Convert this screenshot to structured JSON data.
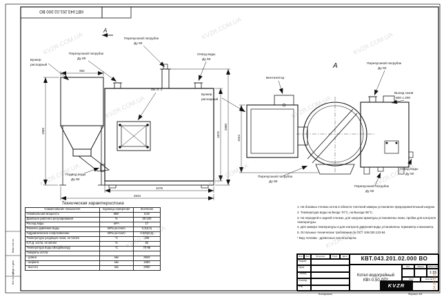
{
  "meta": {
    "doc_number": "КВТ.043.201.02.000 ВО",
    "watermark": "KVZR.COM.UA",
    "date_stamp": "24.03.2021",
    "footer_left": "Копировал",
    "footer_right": "Формат А3",
    "margin_label_1": "Инв. № подл.",
    "margin_label_2": "Подп. и дата",
    "margin_label_3": "Взам. инв. №"
  },
  "labels": {
    "section_mark": "А",
    "bunker_1": "Бункер",
    "bunker_2": "расходный",
    "bypass_pipe": "Перепускной патрубок",
    "du_80": "Ду 80",
    "du_50": "Ду 50",
    "water_out": "Отвод воды",
    "water_in": "Подвод воды",
    "see_item": "см. п. 1",
    "fan": "Вентилятор",
    "gas_exit_1": "Выход газов",
    "gas_exit_2": "600 х 200"
  },
  "dims": {
    "d902": "902",
    "d1960": "1960",
    "d1078": "1078",
    "d2643": "2643",
    "d1875": "1875",
    "d2080": "2080",
    "d1544": "1544"
  },
  "table": {
    "title": "Техническая характеристика",
    "headers": [
      "Наименование показателя",
      "Единица измерения",
      "Значение"
    ],
    "rows": [
      [
        "Номинальная мощность",
        "МВт",
        "0,50"
      ],
      [
        "Диапазон рабочего регулирования",
        "%",
        "30-100"
      ],
      [
        "Расход воды",
        "м³/ч",
        "17"
      ],
      [
        "Рабочее давление воды",
        "МПа (кгс/см²)",
        "0,3(3,0)"
      ],
      [
        "Гидравлическое сопротивление",
        "МПа (кгс/см²)",
        "0,020(0,2)"
      ],
      [
        "Температура уходящих газов, не более",
        "°С",
        "230"
      ],
      [
        "К.П.Д. котла, не менее",
        "%",
        "82"
      ],
      [
        "Температура воды (Вход/Выход)",
        "°С",
        "70-95"
      ],
      [
        "Габариты котла:",
        "",
        ""
      ],
      [
        "- длина",
        "мм",
        "2642"
      ],
      [
        "- ширина",
        "мм",
        "1560"
      ],
      [
        "- высота",
        "мм",
        "2080"
      ]
    ]
  },
  "notes": [
    "1.  На боковых стенках котла в области топочной камеры установлен предохранительный шнурок.",
    "2.  Температура воды на Входе 70°С, на Выходе 95°С.",
    "3.  На передней и задней стенках, для загрузки арматуры установлены люки, пробки для контроля температуры.",
    "4.  Для замера температуры и для контроля давления воды установлены термометр и манометр.",
    "5.  Остальные технические требования по ОСТ 108.030.123-84.",
    "*  Вид топлива - древесные пеллеты/щепа."
  ],
  "title_block": {
    "doc_number": "КВТ.043.201.02.000 ВО",
    "product_name_1": "Котел водогрейный",
    "product_name_2": "КВт-0,50 ДП*",
    "col_izm": "Изм.",
    "col_list": "Лист",
    "col_doc": "№ докум.",
    "col_podp": "Подп.",
    "col_data": "Дата",
    "row_razrab": "Разраб.",
    "row_prov": "Пров.",
    "row_tkontr": "Т.контр.",
    "row_nkontr": "Н.контр.",
    "row_utv": "Утв.",
    "lit": "Лит.",
    "massa": "Масса",
    "masshtab": "Масштаб",
    "scale": "1:15",
    "sheet": "Лист",
    "sheets": "Листов",
    "sheets_val": "1",
    "logo": "KVZR"
  }
}
